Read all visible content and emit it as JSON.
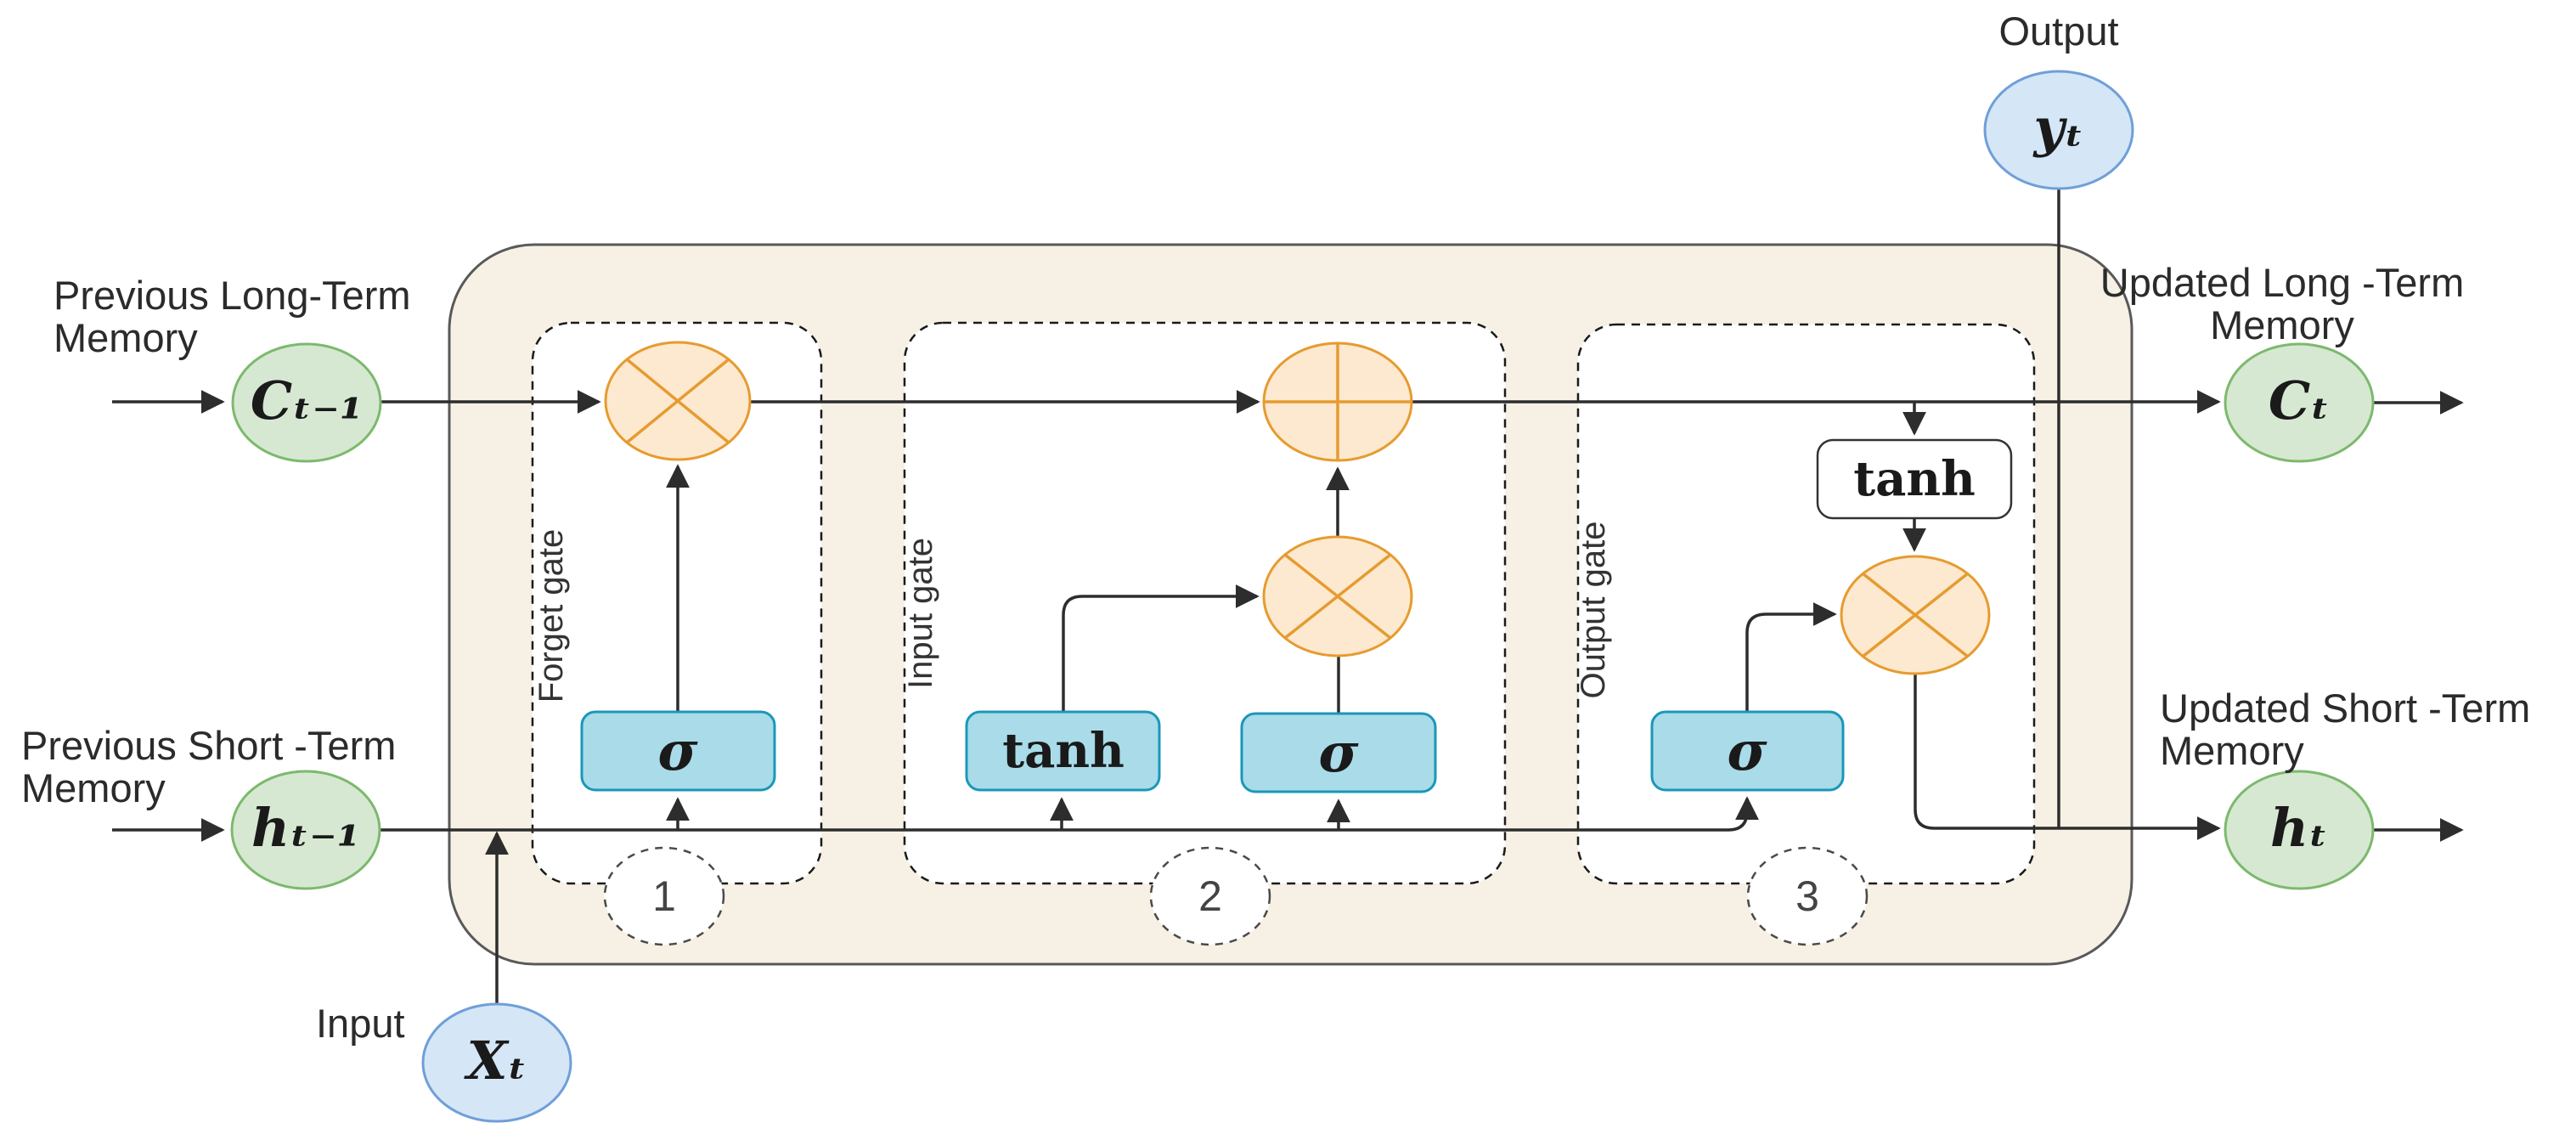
{
  "labels": {
    "output": "Output",
    "input": "Input",
    "previous_long_line1": "Previous Long-Term",
    "previous_long_line2": "Memory",
    "previous_short_line1": "Previous Short -Term",
    "previous_short_line2": "Memory",
    "updated_long_line1": "Updated Long -Term",
    "updated_long_line2": "Memory",
    "updated_short_line1": "Updated Short -Term",
    "updated_short_line2": "Memory"
  },
  "nodes": {
    "prev_cell_state": "Cₜ₋₁",
    "prev_hidden_state": "hₜ₋₁",
    "new_cell_state": "Cₜ",
    "new_hidden_state": "hₜ",
    "output_value": "yₜ",
    "input_value": "Xₜ"
  },
  "gates": {
    "forget": "Forget gate",
    "input": "Input gate",
    "output": "Output gate"
  },
  "operations": {
    "forget_sigma": "σ",
    "input_tanh": "tanh",
    "input_sigma": "σ",
    "output_sigma": "σ",
    "output_tanh": "tanh"
  },
  "steps": [
    "1",
    "2",
    "3"
  ],
  "colors": {
    "container_fill": "#F6F1E4",
    "container_stroke": "#595959",
    "gate_box_fill": "#FFFFFF",
    "op_orange_fill": "#FCE9CF",
    "op_orange_stroke": "#E69B30",
    "activation_fill": "#A9DBE9",
    "activation_stroke": "#1A97B8",
    "node_green_fill": "#D6E8D2",
    "node_green_stroke": "#7CB96D",
    "node_blue_fill": "#D5E6F7",
    "node_blue_stroke": "#6F9FD8",
    "line_color": "#2D2D2D"
  }
}
